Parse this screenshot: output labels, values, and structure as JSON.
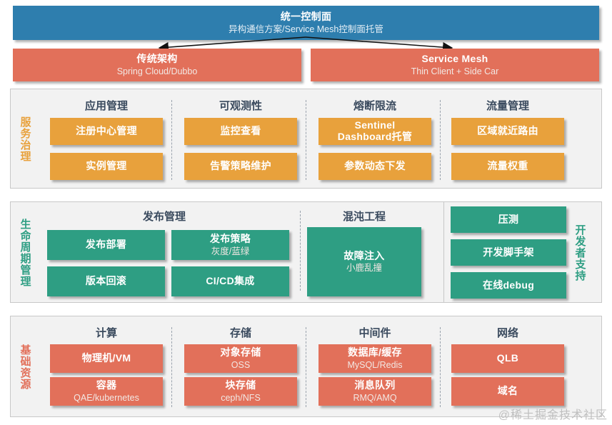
{
  "control_plane": {
    "title": "统一控制面",
    "subtitle": "异构通信方案/Service Mesh控制面托管",
    "color": "#2E7EAE"
  },
  "architectures": [
    {
      "title": "传统架构",
      "subtitle": "Spring Cloud/Dubbo",
      "color": "#E2705A"
    },
    {
      "title": "Service Mesh",
      "subtitle": "Thin Client + Side Car",
      "color": "#E2705A"
    }
  ],
  "sections": [
    {
      "id": "governance",
      "side_label": "服务治理",
      "side_label_color": "#E8A13C",
      "box_color": "#E8A13C",
      "columns": [
        {
          "header": "应用管理",
          "items": [
            {
              "title": "注册中心管理",
              "subtitle": ""
            },
            {
              "title": "实例管理",
              "subtitle": ""
            }
          ]
        },
        {
          "header": "可观测性",
          "items": [
            {
              "title": "监控查看",
              "subtitle": ""
            },
            {
              "title": "告警策略维护",
              "subtitle": ""
            }
          ]
        },
        {
          "header": "熔断限流",
          "items": [
            {
              "title": "Sentinel",
              "title2": "Dashboard托管",
              "subtitle": ""
            },
            {
              "title": "参数动态下发",
              "subtitle": ""
            }
          ]
        },
        {
          "header": "流量管理",
          "items": [
            {
              "title": "区域就近路由",
              "subtitle": ""
            },
            {
              "title": "流量权重",
              "subtitle": ""
            }
          ]
        }
      ]
    },
    {
      "id": "lifecycle",
      "side_label": "生命周期管理",
      "side_label_color": "#2E9E83",
      "box_color": "#2E9E83",
      "columns": [
        {
          "header": "发布管理",
          "items": [
            {
              "title": "发布部署",
              "subtitle": ""
            },
            {
              "title": "发布策略",
              "subtitle": "灰度/蓝绿"
            },
            {
              "title": "版本回滚",
              "subtitle": ""
            },
            {
              "title": "CI/CD集成",
              "subtitle": ""
            }
          ]
        },
        {
          "header": "混沌工程",
          "items": [
            {
              "title": "故障注入",
              "subtitle": "小鹿乱撞"
            }
          ]
        }
      ]
    },
    {
      "id": "devsupport",
      "side_label": "开发者支持",
      "side_label_color": "#2E9E83",
      "box_color": "#2E9E83",
      "columns": [
        {
          "header": "",
          "items": [
            {
              "title": "压测",
              "subtitle": ""
            },
            {
              "title": "开发脚手架",
              "subtitle": ""
            },
            {
              "title": "在线debug",
              "subtitle": ""
            }
          ]
        }
      ]
    },
    {
      "id": "infra",
      "side_label": "基础资源",
      "side_label_color": "#E2705A",
      "box_color": "#E2705A",
      "columns": [
        {
          "header": "计算",
          "items": [
            {
              "title": "物理机/VM",
              "subtitle": ""
            },
            {
              "title": "容器",
              "subtitle": "QAE/kubernetes"
            }
          ]
        },
        {
          "header": "存储",
          "items": [
            {
              "title": "对象存储",
              "subtitle": "OSS"
            },
            {
              "title": "块存储",
              "subtitle": "ceph/NFS"
            }
          ]
        },
        {
          "header": "中间件",
          "items": [
            {
              "title": "数据库/缓存",
              "subtitle": "MySQL/Redis"
            },
            {
              "title": "消息队列",
              "subtitle": "RMQ/AMQ"
            }
          ]
        },
        {
          "header": "网络",
          "items": [
            {
              "title": "QLB",
              "subtitle": ""
            },
            {
              "title": "域名",
              "subtitle": ""
            }
          ]
        }
      ]
    }
  ],
  "watermark": "@稀土掘金技术社区"
}
